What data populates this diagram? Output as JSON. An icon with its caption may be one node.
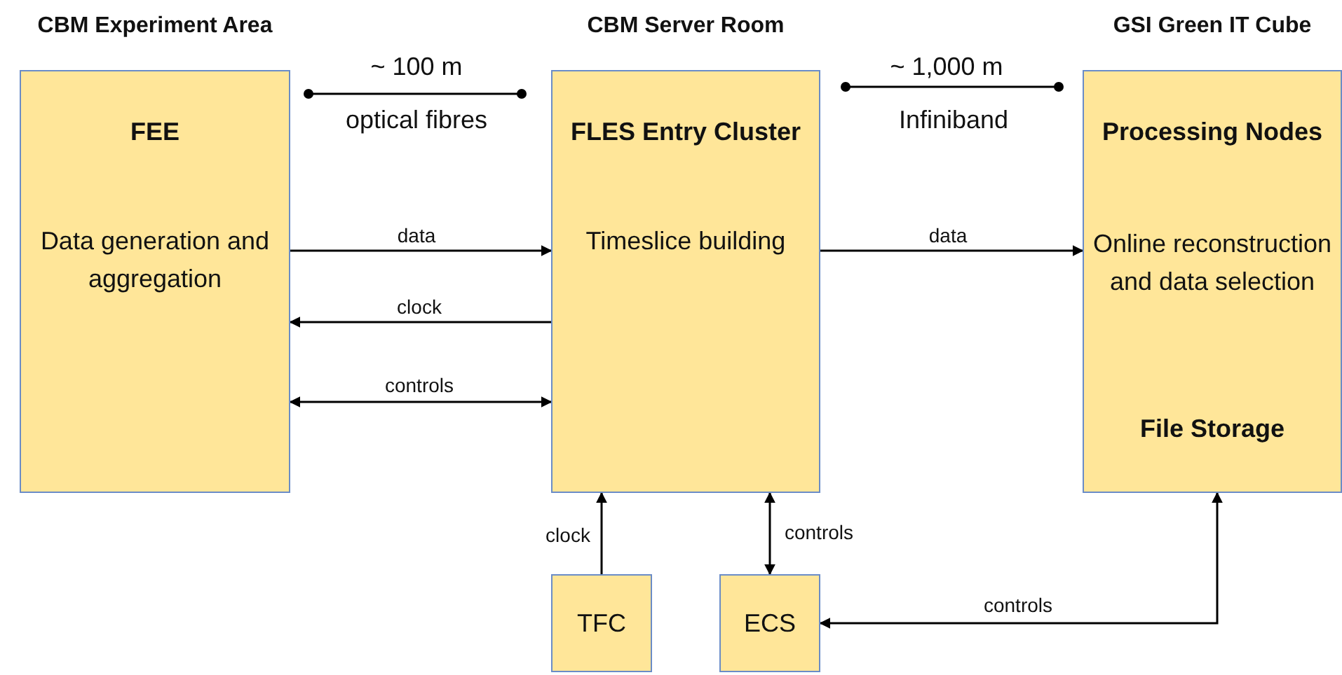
{
  "diagram": {
    "nodes": [
      {
        "text": [
          "CBM Experiment Area",
          "FEE",
          "Data generation and aggregation"
        ]
      },
      {
        "text": [
          "CBM Server Room",
          "FLES Entry Cluster",
          "Timeslice building"
        ]
      },
      {
        "text": [
          "GSI Green IT Cube",
          "Processing Nodes",
          "Online reconstruction and data selection",
          "File Storage"
        ]
      },
      {
        "text": [
          "TFC"
        ]
      },
      {
        "text": [
          "ECS"
        ]
      }
    ],
    "edges": [
      {
        "from": 0,
        "to": 1,
        "arrow": "to",
        "label": "data"
      },
      {
        "from": 1,
        "to": 0,
        "arrow": "to",
        "label": "clock"
      },
      {
        "from": 0,
        "to": 1,
        "arrow": "both",
        "label": "controls"
      },
      {
        "from": 1,
        "to": 2,
        "arrow": "to",
        "label": "data"
      },
      {
        "from": 3,
        "to": 1,
        "arrow": "to",
        "label": "clock"
      },
      {
        "from": 4,
        "to": 1,
        "arrow": "both",
        "label": "controls"
      },
      {
        "from": 4,
        "to": 2,
        "arrow": "both",
        "label": "controls"
      }
    ],
    "labels": [
      "~ 100 m",
      "optical fibres",
      "~ 1,000 m",
      "Infiniband"
    ]
  }
}
